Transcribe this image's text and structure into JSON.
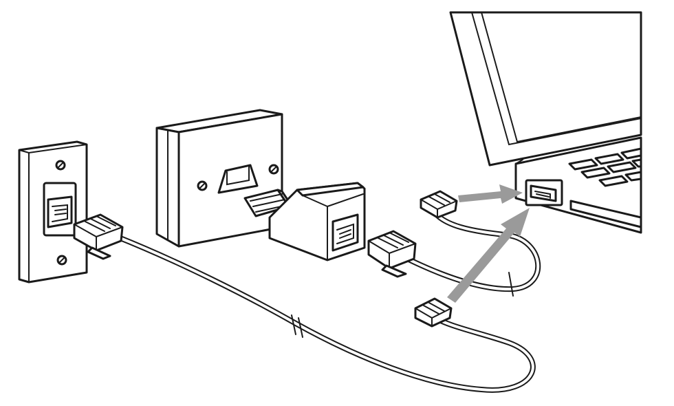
{
  "colors": {
    "line": "#1a1a1a",
    "background": "#ffffff",
    "arrow": "#9a9a9a"
  },
  "icons": [
    "wall-phone-socket",
    "master-socket-box",
    "rj11-adapter",
    "rj11-cable",
    "laptop-computer",
    "direction-arrow"
  ]
}
